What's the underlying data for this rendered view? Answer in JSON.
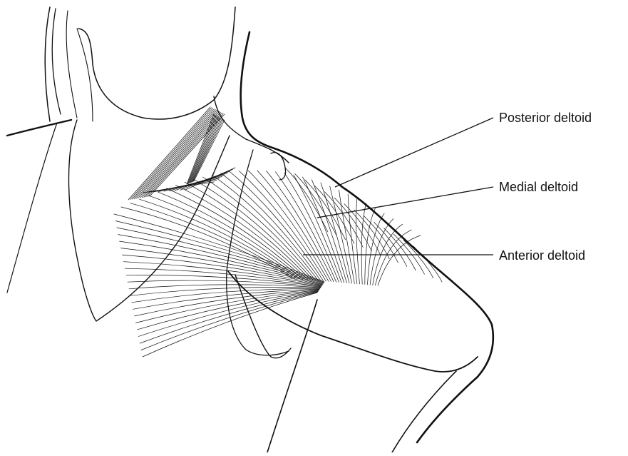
{
  "labels": {
    "posterior": "Posterior deltoid",
    "medial": "Medial deltoid",
    "anterior": "Anterior deltoid"
  },
  "colors": {
    "ink": "#111111",
    "background": "#ffffff"
  }
}
